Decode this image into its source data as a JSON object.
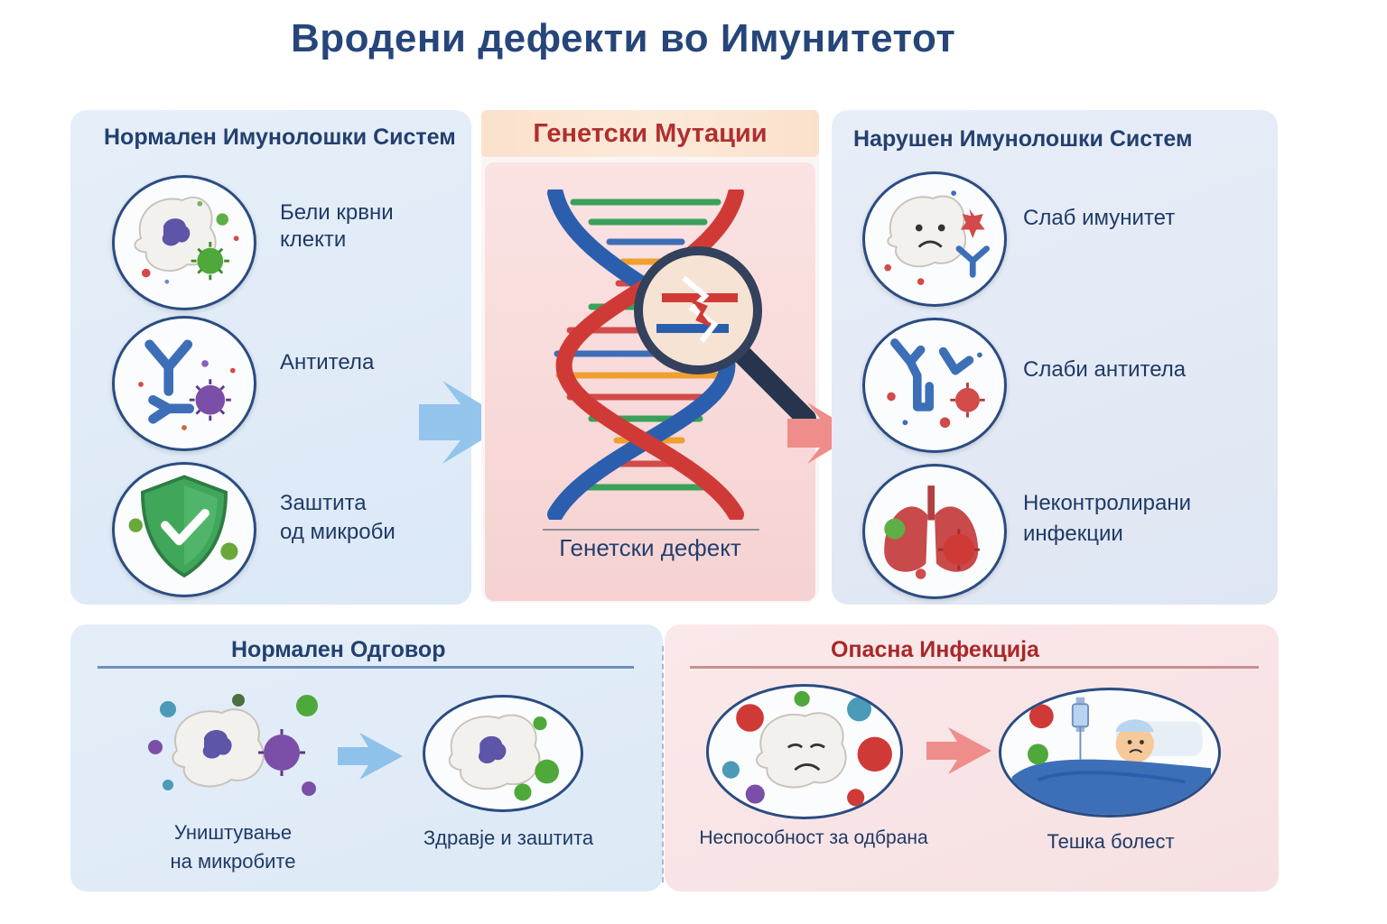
{
  "title": "Вродени дефекти во Имунитетот",
  "normal_system": {
    "title": "Нормален Имунолошки Систем",
    "items": [
      {
        "label_line1": "Бели крвни",
        "label_line2": "клекти"
      },
      {
        "label_line1": "Антитела",
        "label_line2": ""
      },
      {
        "label_line1": "Заштита",
        "label_line2": "од микроби"
      }
    ]
  },
  "genetic": {
    "title": "Генетски Мутации",
    "caption": "Генетски дефект"
  },
  "impaired_system": {
    "title": "Нарушен Имунолошки Систем",
    "items": [
      {
        "label_line1": "Слаб имунитет",
        "label_line2": ""
      },
      {
        "label_line1": "Слаби антитела",
        "label_line2": ""
      },
      {
        "label_line1": "Неконтролирани",
        "label_line2": "инфекции"
      }
    ]
  },
  "normal_response": {
    "title": "Нормален Одговор",
    "step1_line1": "Уништување",
    "step1_line2": "на микробите",
    "step2": "Здравје и заштита"
  },
  "dangerous_infection": {
    "title": "Опасна Инфекција",
    "step1": "Неспособност за одбрана",
    "step2": "Тешка болест"
  },
  "colors": {
    "title": "#26467a",
    "mutation_title": "#b12f2f",
    "normal_panel": "#dbe8f6",
    "danger_panel": "#f6e0e2",
    "blue_arrow": "#8ec2ea",
    "red_arrow": "#ee8d8a"
  },
  "icons": [
    "white-blood-cell-icon",
    "virus-icon",
    "antibody-icon",
    "shield-check-icon",
    "dna-helix-icon",
    "magnifier-icon",
    "sad-cell-icon",
    "lungs-icon",
    "patient-bed-icon",
    "arrow-right-icon"
  ]
}
